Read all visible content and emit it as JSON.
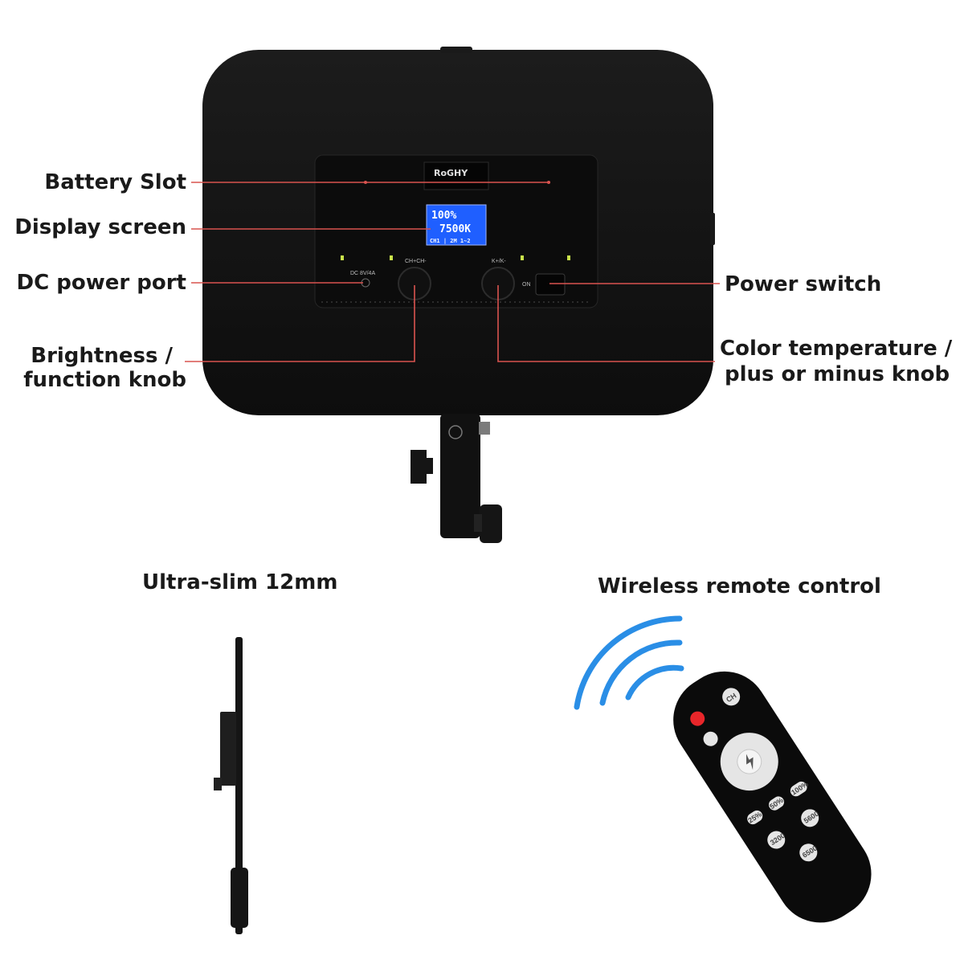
{
  "panel": {
    "brand": "RoGHY",
    "lcd": {
      "line1": "100%",
      "line2": "7500K",
      "line3": "CH1 | 2M 1~2"
    },
    "port_dc": "DC 8V/4A",
    "knob_left": "CH+CH-",
    "knob_right": "K+/K-",
    "switch_label": "ON"
  },
  "callouts": {
    "battery_slot": "Battery Slot",
    "display_screen": "Display screen",
    "dc_power_port": "DC power port",
    "brightness_line1": "Brightness /",
    "brightness_line2": "function knob",
    "power_switch": "Power switch",
    "color_temp_line1": "Color temperature /",
    "color_temp_line2": "plus or minus knob"
  },
  "captions": {
    "ultra_slim": "Ultra-slim 12mm",
    "remote": "Wireless remote control"
  },
  "remote": {
    "ch": "CH",
    "btn_a": "25%",
    "btn_b": "50%",
    "btn_c": "100%",
    "btn_d": "3200",
    "btn_e": "5600",
    "btn_f": "6500"
  },
  "colors": {
    "callout_line": "#d9534f",
    "panel": "#141414",
    "lcd": "#1f5fff",
    "wave": "#2a8ee6",
    "power_button": "#e8262a"
  }
}
